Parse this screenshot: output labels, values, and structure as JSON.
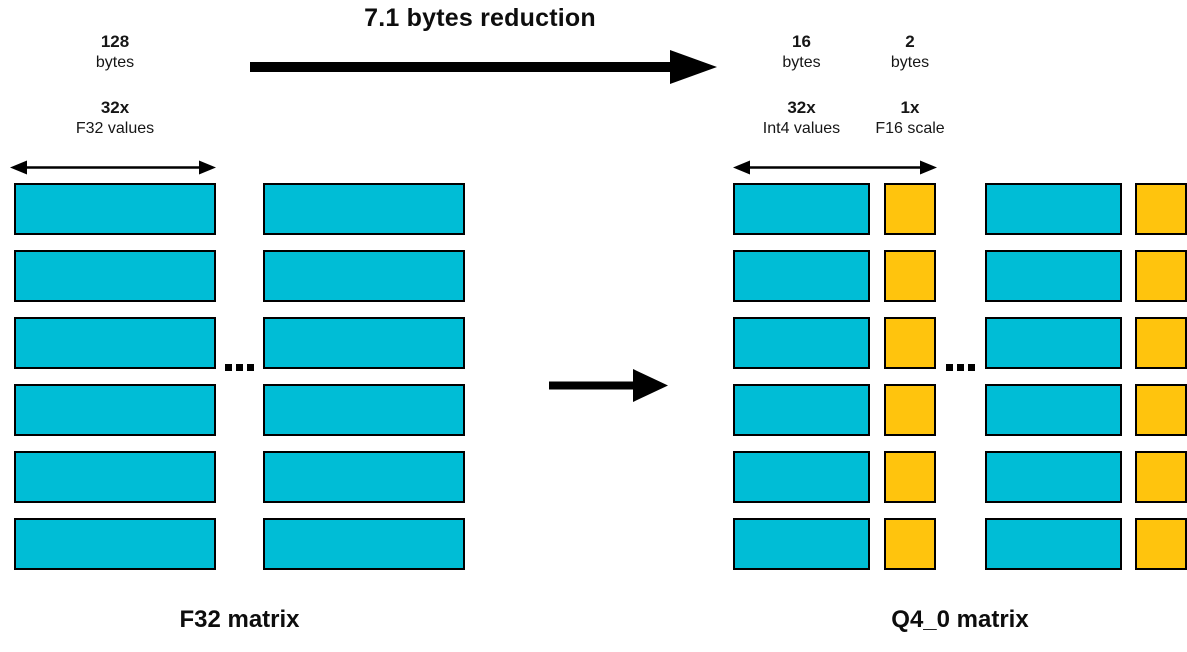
{
  "header": {
    "title": "7.1 bytes reduction"
  },
  "left_matrix": {
    "bytes_label": {
      "value": "128",
      "unit": "bytes"
    },
    "count_label": {
      "value": "32x",
      "unit": "F32 values"
    },
    "ellipsis": "...",
    "caption": "F32 matrix",
    "rows": 6
  },
  "right_matrix": {
    "int4_bytes_label": {
      "value": "16",
      "unit": "bytes"
    },
    "scale_bytes_label": {
      "value": "2",
      "unit": "bytes"
    },
    "int4_count_label": {
      "value": "32x",
      "unit": "Int4 values"
    },
    "scale_count_label": {
      "value": "1x",
      "unit": "F16 scale"
    },
    "ellipsis": "...",
    "caption": "Q4_0 matrix",
    "rows": 6
  },
  "colors": {
    "f32_block": "#00BDD6",
    "scale_block": "#FFC40D",
    "arrow": "#000000"
  }
}
